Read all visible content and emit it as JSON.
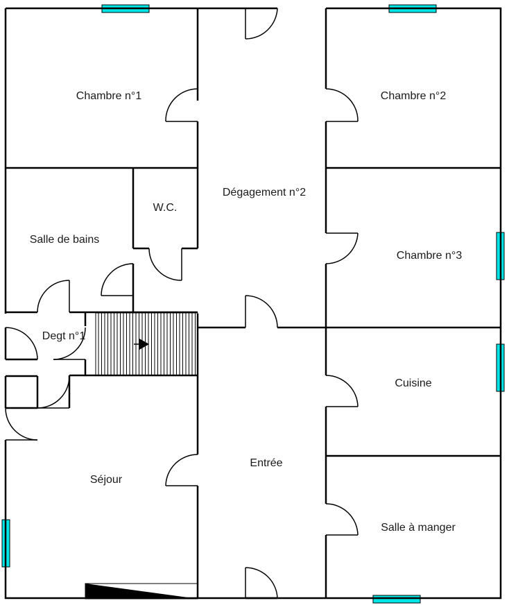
{
  "rooms": {
    "chambre1": "Chambre n°1",
    "chambre2": "Chambre n°2",
    "chambre3": "Chambre n°3",
    "degagement2": "Dégagement n°2",
    "wc": "W.C.",
    "salle_de_bains": "Salle de bains",
    "degt1": "Degt n°1",
    "sejour": "Séjour",
    "entree": "Entrée",
    "cuisine": "Cuisine",
    "salle_a_manger": "Salle à manger"
  },
  "colors": {
    "wall": "#000000",
    "window": "#00e5e5",
    "background": "#ffffff"
  }
}
